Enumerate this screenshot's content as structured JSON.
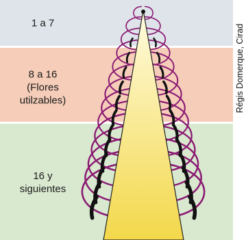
{
  "zones": [
    {
      "id": "band-1",
      "lines": [
        "1 a 7"
      ],
      "color": "#dfe4ea"
    },
    {
      "id": "band-2",
      "lines": [
        "8 a 16",
        "(Flores",
        "utilzables)"
      ],
      "color": "#f5cdb9"
    },
    {
      "id": "band-3",
      "lines": [
        "16 y",
        "siguientes"
      ],
      "color": "#d9e9cf"
    }
  ],
  "credit": "Régis Domerque, Cirad",
  "colors": {
    "bract": "#8b1a73",
    "flower": "#111111",
    "axis_top": "#fffbe0",
    "axis_bottom": "#f3d84a"
  },
  "bract_count": 14
}
